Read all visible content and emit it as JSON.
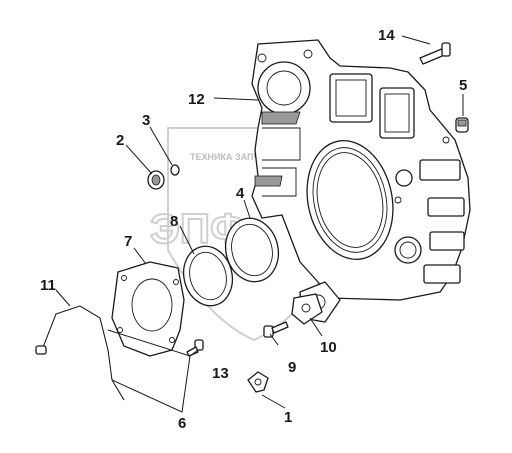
{
  "diagram": {
    "parts": [
      {
        "id": "part-1",
        "callout": "1"
      },
      {
        "id": "part-2",
        "callout": "2"
      },
      {
        "id": "part-3",
        "callout": "3"
      },
      {
        "id": "part-4",
        "callout": "4"
      },
      {
        "id": "part-5",
        "callout": "5"
      },
      {
        "id": "part-6",
        "callout": "6"
      },
      {
        "id": "part-7",
        "callout": "7"
      },
      {
        "id": "part-8",
        "callout": "8"
      },
      {
        "id": "part-9",
        "callout": "9"
      },
      {
        "id": "part-10",
        "callout": "10"
      },
      {
        "id": "part-11",
        "callout": "11"
      },
      {
        "id": "part-12",
        "callout": "12"
      },
      {
        "id": "part-13",
        "callout": "13"
      },
      {
        "id": "part-14",
        "callout": "14"
      }
    ],
    "watermark": {
      "brand_text": "ЭПФ",
      "sub_text": "ТЕХНИКА ЗАПЧАСТИ",
      "color": "#cfcfcf"
    },
    "colors": {
      "line": "#1a1a1a",
      "background": "#ffffff"
    }
  }
}
